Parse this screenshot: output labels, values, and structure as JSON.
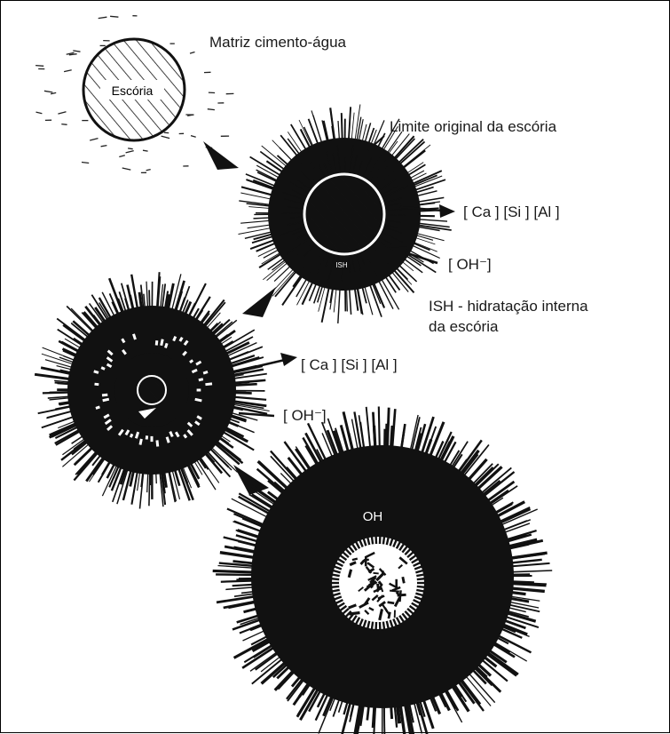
{
  "labels": {
    "matrix": "Matriz cimento-água",
    "slag": "Escória",
    "original_boundary": "Limite original da escória",
    "ions_out_1": "[ Ca ]  [Si ]  [Al ]",
    "hydroxide_in_1": "[ OH⁻]",
    "ish_short": "ISH",
    "ish_line1": "ISH - hidratação interna",
    "ish_line2": "da escória",
    "ions_out_2": "[ Ca ]  [Si ]  [Al ]",
    "hydroxide_in_2": "[ OH⁻]",
    "oh": "OH"
  },
  "colors": {
    "ink": "#111111",
    "paper": "#ffffff",
    "border": "#000000"
  }
}
